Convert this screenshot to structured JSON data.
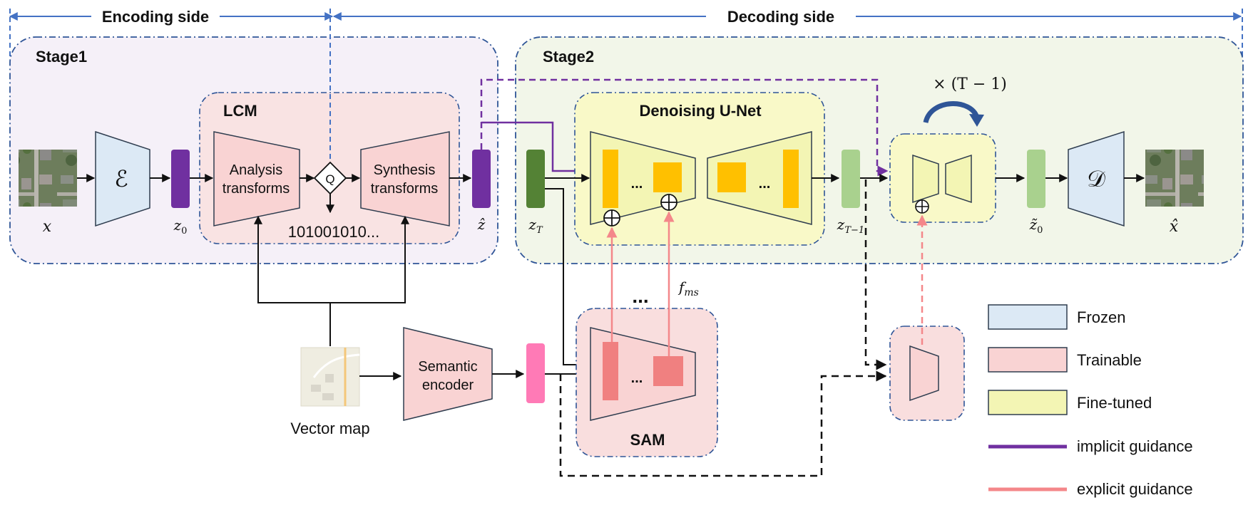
{
  "header": {
    "encoding_side": "Encoding side",
    "decoding_side": "Decoding side"
  },
  "stages": {
    "stage1": "Stage1",
    "stage2": "Stage2"
  },
  "lcm": {
    "title": "LCM",
    "analysis_line1": "Analysis",
    "analysis_line2": "transforms",
    "quantizer": "Q",
    "synthesis_line1": "Synthesis",
    "synthesis_line2": "transforms",
    "bitstream": "101001010..."
  },
  "unet": {
    "title": "Denoising U-Net",
    "dots": "...",
    "repeat": "× (T − 1)"
  },
  "symbols": {
    "x": "x",
    "encoder": "ℰ",
    "z0": "z",
    "z0_sub": "0",
    "zhat": "ẑ",
    "zT": "z",
    "zT_sub": "T",
    "zT1": "z",
    "zT1_sub": "T−1",
    "z0tilde": "z̃",
    "z0tilde_sub": "0",
    "decoder": "𝒟",
    "xhat": "x̂",
    "fms": "f",
    "fms_sub": "ms",
    "plus": "⊕"
  },
  "semantic": {
    "vector_map": "Vector map",
    "encoder_line1": "Semantic",
    "encoder_line2": "encoder",
    "sam": "SAM",
    "dots": "..."
  },
  "legend": {
    "frozen": "Frozen",
    "trainable": "Trainable",
    "finetuned": "Fine-tuned",
    "implicit": "implicit guidance",
    "explicit": "explicit guidance"
  },
  "colors": {
    "frozen": "#dce9f5",
    "trainable": "#f9d3d3",
    "finetuned": "#f3f5b4",
    "implicit": "#7030a0",
    "explicit": "#f4878a",
    "latent_purple": "#7030a0",
    "latent_green": "#548235",
    "latent_light_green": "#a9d18e",
    "semantic_pink": "#ff7ab6",
    "unet_yellow": "#ffc000",
    "sam_red": "#f08080",
    "dashed_border": "#2f5597"
  }
}
